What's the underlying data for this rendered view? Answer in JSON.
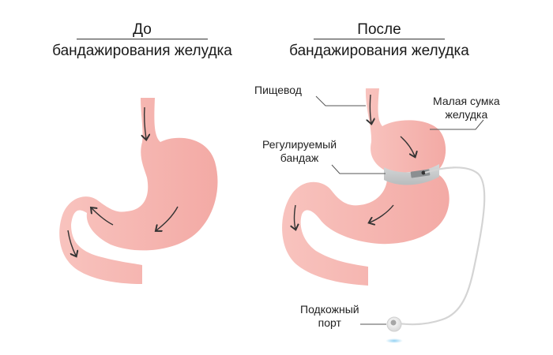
{
  "before": {
    "title_top": "До",
    "title_bottom": "бандажирования желудка"
  },
  "after": {
    "title_top": "После",
    "title_bottom": "бандажирования желудка"
  },
  "labels": {
    "esophagus": "Пищевод",
    "small_pouch_line1": "Малая сумка",
    "small_pouch_line2": "желудка",
    "band_line1": "Регулируемый",
    "band_line2": "бандаж",
    "port_line1": "Подкожный",
    "port_line2": "порт"
  },
  "colors": {
    "stomach": "#f6b9b4",
    "stomach_dark": "#f2a9a4",
    "band": "#c9cccd",
    "tube": "#d4d4d4",
    "arrow": "#333333",
    "leader": "#555555",
    "port_glow": "#8fd0f2"
  }
}
